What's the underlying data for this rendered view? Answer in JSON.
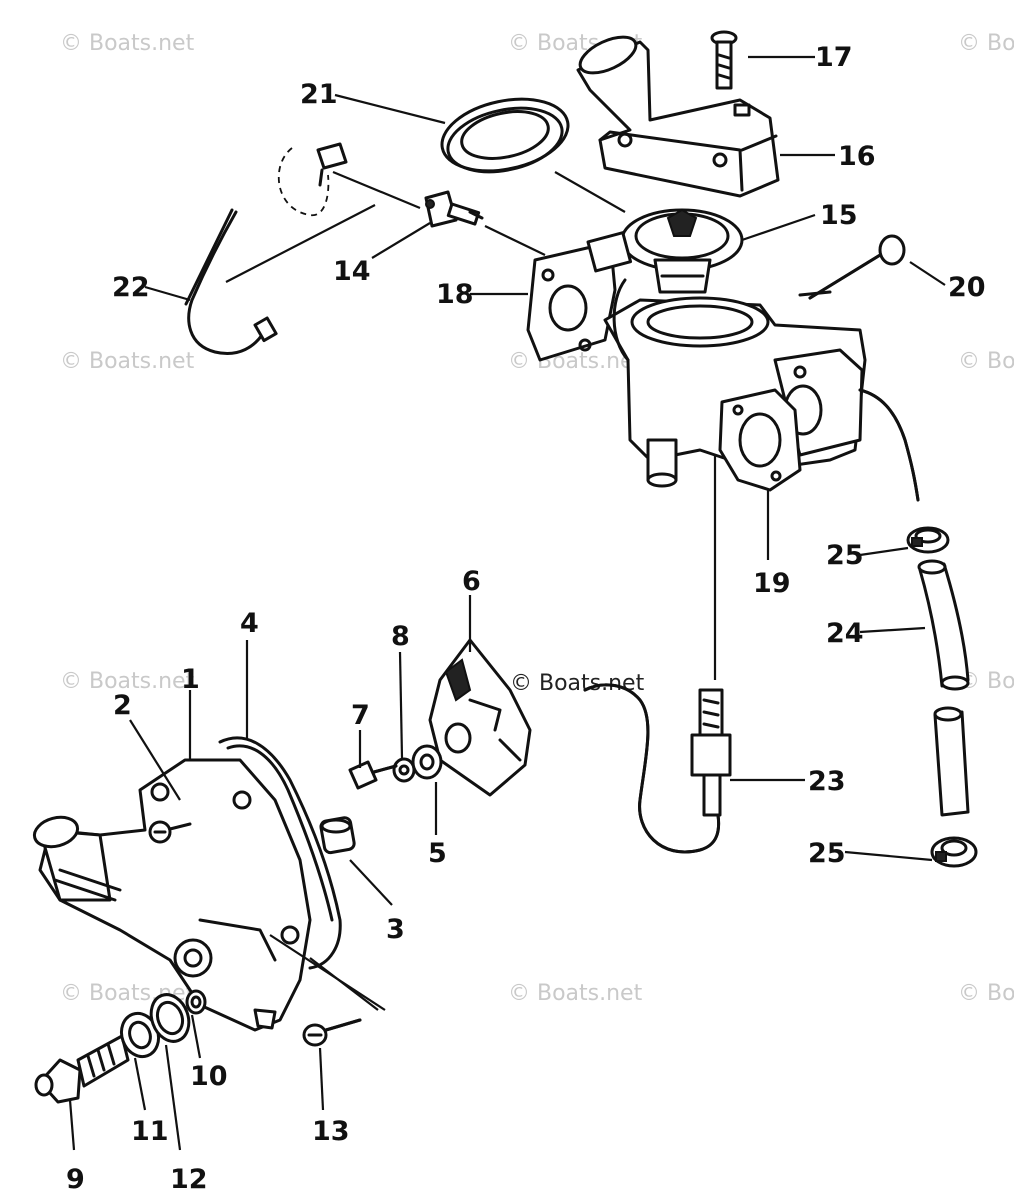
{
  "watermark": "© Boats.net",
  "callouts": {
    "c1": "1",
    "c2": "2",
    "c3": "3",
    "c4": "4",
    "c5": "5",
    "c6": "6",
    "c7": "7",
    "c8": "8",
    "c9": "9",
    "c10": "10",
    "c11": "11",
    "c12": "12",
    "c13": "13",
    "c14": "14",
    "c15": "15",
    "c16": "16",
    "c17": "17",
    "c18": "18",
    "c19": "19",
    "c20": "20",
    "c21": "21",
    "c22": "22",
    "c23": "23",
    "c24": "24",
    "c25a": "25",
    "c25b": "25"
  }
}
